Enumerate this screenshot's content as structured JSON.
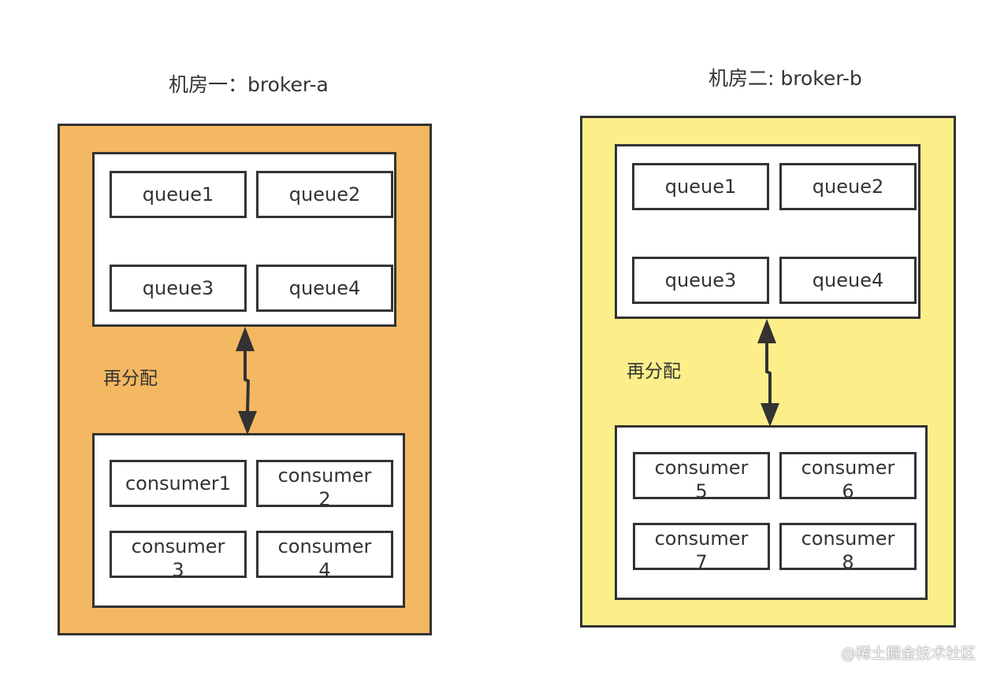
{
  "rooms": [
    {
      "title": "机房一：broker-a",
      "queues": [
        "queue1",
        "queue2",
        "queue3",
        "queue4"
      ],
      "realloc_label": "再分配",
      "consumers": [
        {
          "line1": "consumer1",
          "line2": ""
        },
        {
          "line1": "consumer",
          "line2": "2"
        },
        {
          "line1": "consumer",
          "line2": "3"
        },
        {
          "line1": "consumer",
          "line2": "4"
        }
      ],
      "fill_color": "#f4b862"
    },
    {
      "title": "机房二: broker-b",
      "queues": [
        "queue1",
        "queue2",
        "queue3",
        "queue4"
      ],
      "realloc_label": "再分配",
      "consumers": [
        {
          "line1": "consumer",
          "line2": "5"
        },
        {
          "line1": "consumer",
          "line2": "6"
        },
        {
          "line1": "consumer",
          "line2": "7"
        },
        {
          "line1": "consumer",
          "line2": "8"
        }
      ],
      "fill_color": "#fcef8a"
    }
  ],
  "watermark": "@稀土掘金技术社区"
}
